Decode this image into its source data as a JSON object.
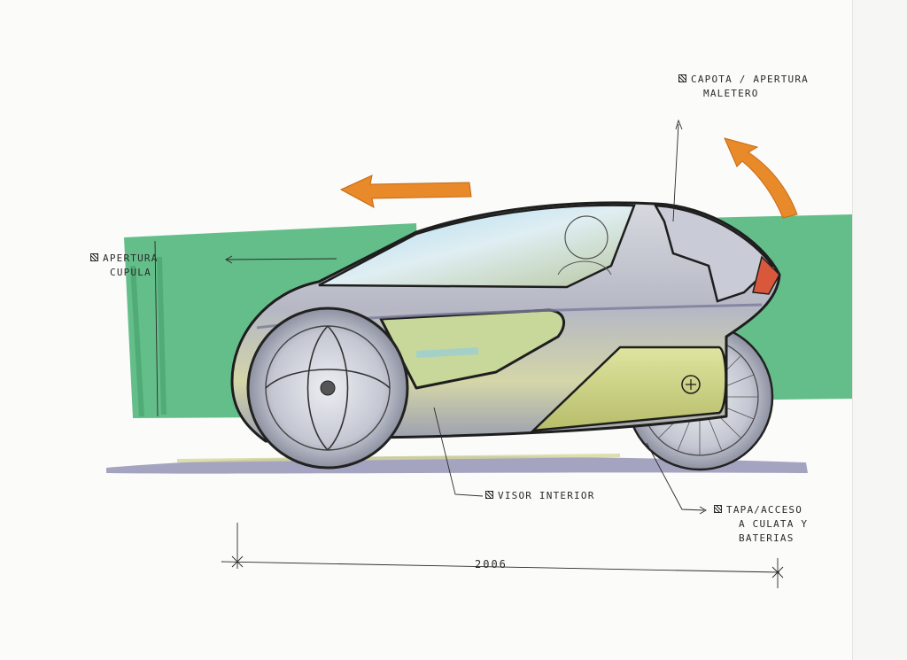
{
  "annotations": {
    "hood_line1": "CAPOTA / APERTURA",
    "hood_line2": "MALETERO",
    "canopy_line1": "APERTURA",
    "canopy_line2": "CUPULA",
    "visor": "VISOR INTERIOR",
    "cover_line1": "TAPA/ACCESO",
    "cover_line2": "A CULATA Y",
    "cover_line3": "BATERIAS"
  },
  "dimension": {
    "year": "2006"
  },
  "colors": {
    "background_band": "#4fb57a",
    "arrow": "#e8892a",
    "body": "#b9bcc6",
    "glass": "#8fcbe8",
    "accent": "#c9cf6a",
    "taillight": "#d9573a"
  },
  "icons": {
    "motion_arrow": "arrow-left-icon",
    "opening_arrow": "curved-arrow-up-icon",
    "checkbox": "checkbox-icon"
  }
}
